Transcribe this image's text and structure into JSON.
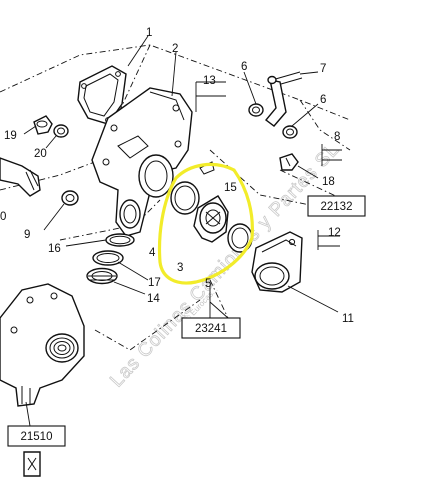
{
  "callouts": [
    "1",
    "2",
    "13",
    "6",
    "7",
    "6",
    "19",
    "20",
    "8",
    "18",
    "15",
    "0",
    "9",
    "16",
    "4",
    "3",
    "5",
    "12",
    "17",
    "14",
    "11"
  ],
  "ref_boxes": [
    "22132",
    "23241",
    "21510"
  ],
  "watermark": {
    "main": "Las Colinas Camiones y Partes SL",
    "small": "© Eurocas..."
  },
  "highlight": {
    "color": "#f2ec2a"
  }
}
